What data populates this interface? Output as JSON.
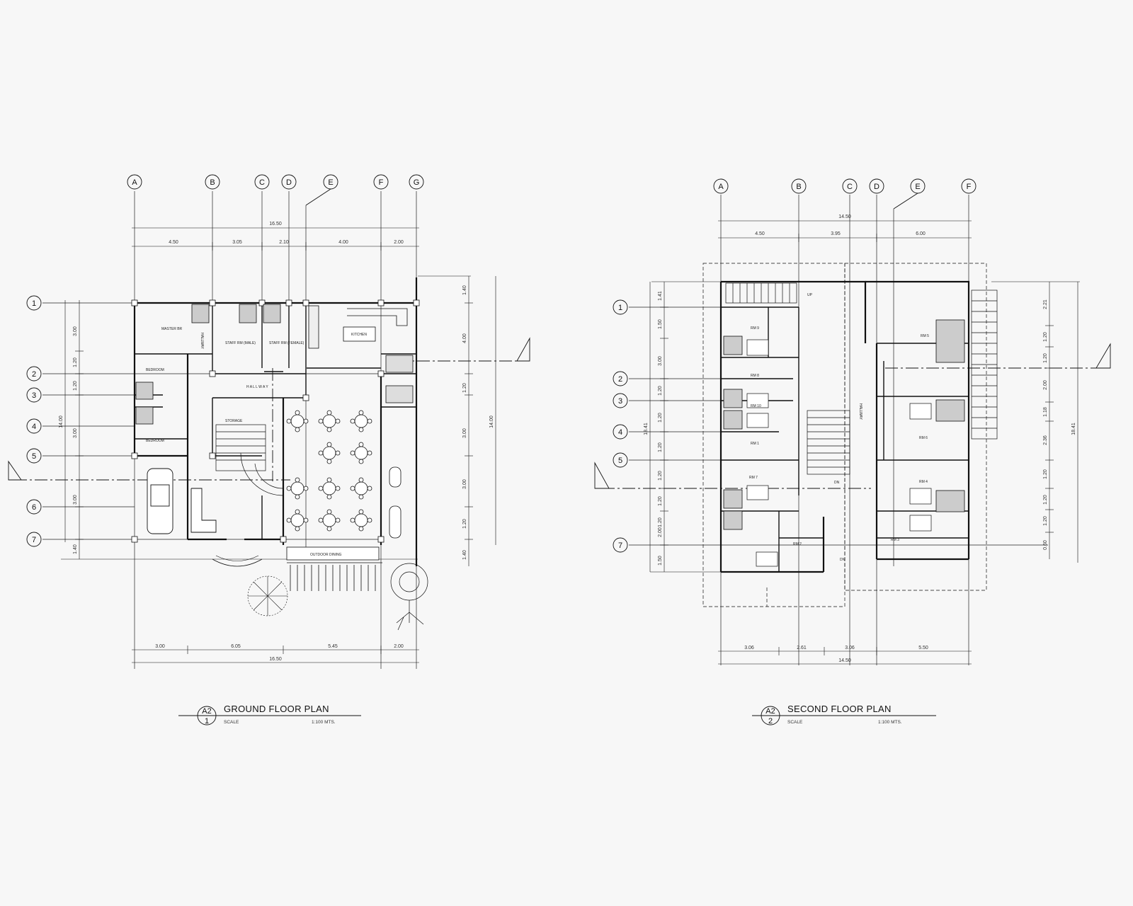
{
  "colors": {
    "background": "#f7f7f7",
    "ink": "#111111",
    "dimension": "#333333"
  },
  "ground_floor": {
    "title": "GROUND FLOOR PLAN",
    "sheet_code": "A2",
    "view_number": "1",
    "scale_label": "SCALE",
    "scale_value": "1:100 MTS.",
    "grid_columns": [
      "A",
      "B",
      "C",
      "D",
      "E",
      "F",
      "G"
    ],
    "grid_rows": [
      "1",
      "2",
      "3",
      "4",
      "5",
      "6",
      "7"
    ],
    "top_overall": "16.50",
    "top_segments": [
      "4.50",
      "3.05",
      "2.10",
      "4.00",
      "2.00"
    ],
    "bottom_segments": [
      "3.00",
      "6.05",
      "5.45",
      "2.00"
    ],
    "bottom_overall": "16.50",
    "left_segments": [
      "3.00",
      "1.20",
      "1.20",
      "3.00",
      "3.00",
      "1.40"
    ],
    "left_overall": "14.00",
    "right_segments": [
      "1.40",
      "4.00",
      "1.20",
      "3.00",
      "3.00",
      "1.20",
      "1.40"
    ],
    "right_overall": "14.00",
    "rooms": {
      "master_br": "MASTER BR",
      "staff_rm_1": "STAFF RM (MALE)",
      "staff_rm_2": "STAFF RM (FEMALE)",
      "kitchen": "KITCHEN",
      "bedroom_1": "BEDROOM",
      "bedroom_2": "BEDROOM",
      "hallway": "H A L L W A Y",
      "hallway_v": "HALLWAY",
      "storage": "STORAGE",
      "outdoor": "OUTDOOR DINING"
    }
  },
  "second_floor": {
    "title": "SECOND FLOOR PLAN",
    "sheet_code": "A2",
    "view_number": "2",
    "scale_label": "SCALE",
    "scale_value": "1:100 MTS.",
    "grid_columns": [
      "A",
      "B",
      "C",
      "D",
      "E",
      "F"
    ],
    "grid_rows": [
      "1",
      "2",
      "3",
      "4",
      "5",
      "7"
    ],
    "top_overall": "14.50",
    "top_segments": [
      "4.50",
      "3.95",
      "6.00"
    ],
    "bottom_segments": [
      "3.06",
      "2.61",
      "3.06",
      "5.50"
    ],
    "bottom_overall": "14.50",
    "left_segments": [
      "1.41",
      "1.50",
      "3.00",
      "1.20",
      "1.20",
      "1.20",
      "1.20",
      "1.20",
      "1.20",
      "2.00",
      "1.50"
    ],
    "left_overall": "18.41",
    "right_segments": [
      "2.21",
      "1.20",
      "1.20",
      "2.00",
      "1.18",
      "2.36",
      "1.20",
      "1.20",
      "1.20",
      "0.60"
    ],
    "right_overall": "18.41",
    "rooms": {
      "rm1": "RM 1",
      "rm2": "RM 2",
      "rm3": "RM 3",
      "rm4": "RM 4",
      "rm5": "RM 5",
      "rm6": "RM 6",
      "rm7": "RM 7",
      "rm8": "RM 8",
      "rm9": "RM 9",
      "rm10": "RM 10",
      "hallway_v": "HALLWAY",
      "up": "UP",
      "dn": "DN",
      "dn2": "DN"
    }
  }
}
